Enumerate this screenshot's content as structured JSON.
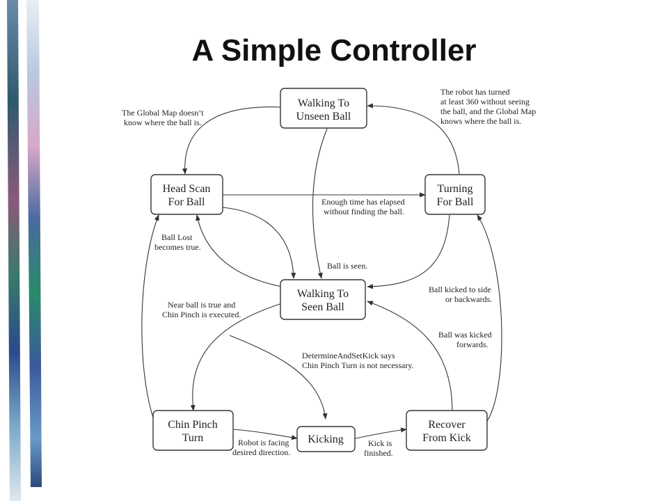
{
  "slide": {
    "title": "A Simple Controller"
  },
  "states": {
    "walking_unseen": [
      "Walking To",
      "Unseen Ball"
    ],
    "head_scan": [
      "Head Scan",
      "For Ball"
    ],
    "turning": [
      "Turning",
      "For Ball"
    ],
    "walking_seen": [
      "Walking To",
      "Seen Ball"
    ],
    "chin_pinch": [
      "Chin Pinch",
      "Turn"
    ],
    "kicking": [
      "Kicking"
    ],
    "recover": [
      "Recover",
      "From Kick"
    ]
  },
  "transitions": {
    "global_map_unknown": [
      "The Global Map doesn’t",
      "know where the ball is."
    ],
    "turned_360": [
      "The robot has turned",
      "at least 360 without seeing",
      "the ball, and the Global Map",
      "knows where the ball is."
    ],
    "time_elapsed": [
      "Enough time has elapsed",
      "without finding the ball."
    ],
    "ball_lost": [
      "Ball Lost",
      "becomes true."
    ],
    "ball_seen": [
      "Ball is seen."
    ],
    "kicked_side": [
      "Ball kicked to side",
      "or backwards."
    ],
    "near_ball": [
      "Near ball is true and",
      "Chin Pinch is executed."
    ],
    "kicked_forward": [
      "Ball was kicked",
      "forwards."
    ],
    "determine_kick": [
      "DetermineAndSetKick says",
      "Chin Pinch Turn is not necessary."
    ],
    "robot_facing": [
      "Robot is facing",
      "desired direction."
    ],
    "kick_finished": [
      "Kick is",
      "finished."
    ]
  }
}
